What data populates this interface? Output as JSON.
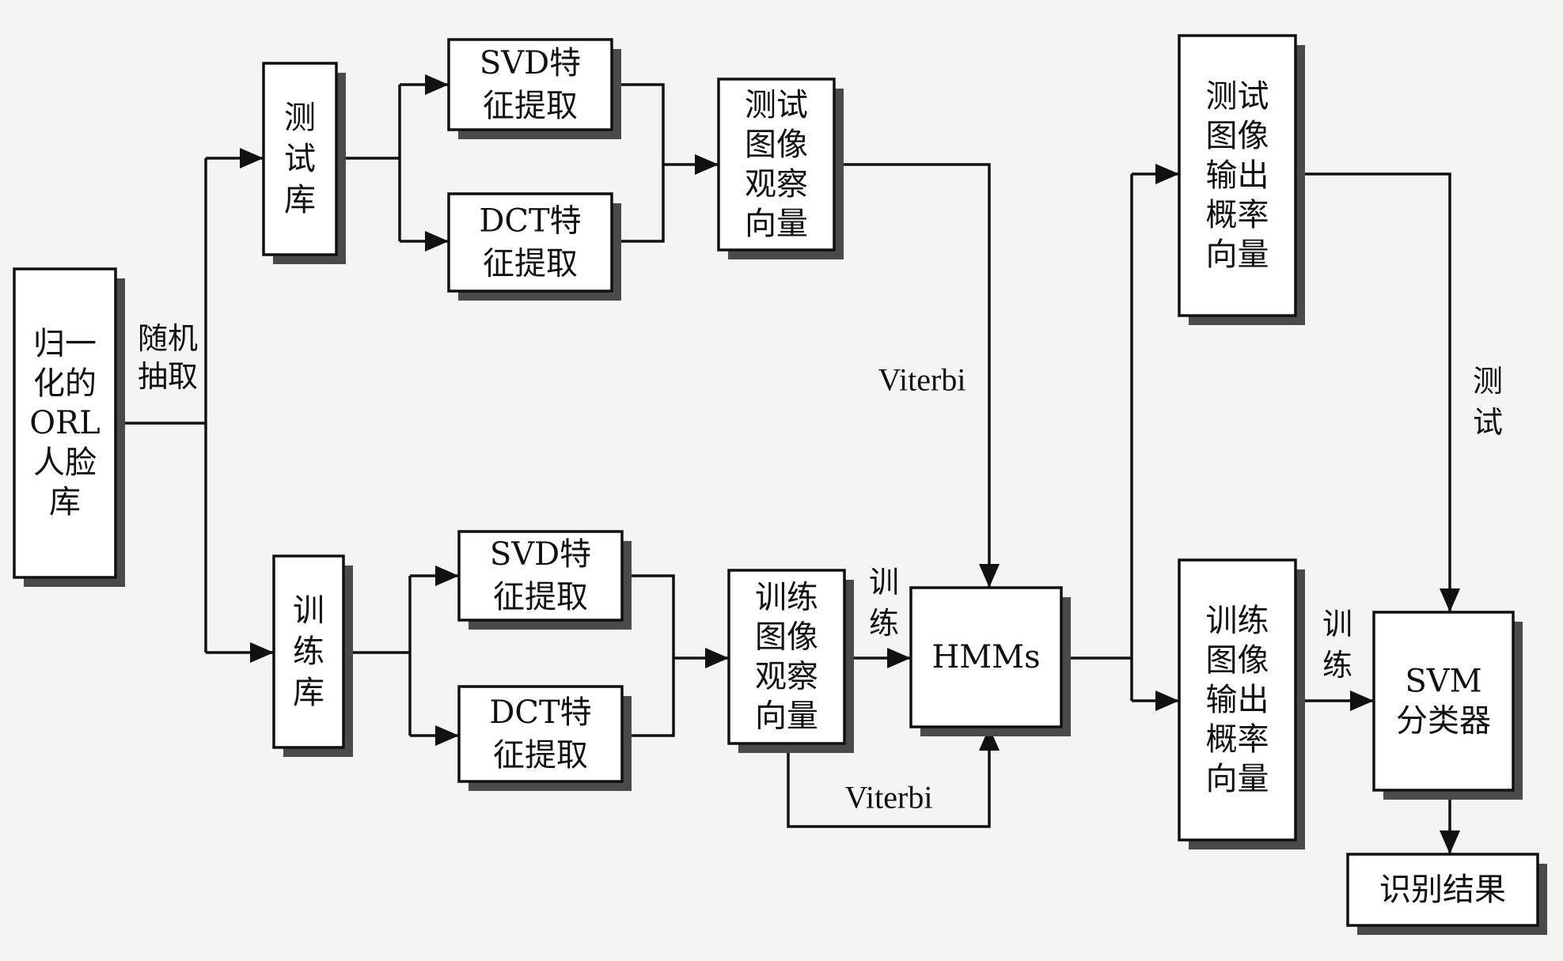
{
  "diagram": {
    "nodes": {
      "orl_db": [
        "归一",
        "化的",
        "ORL",
        "人脸",
        "库"
      ],
      "test_lib": [
        "测",
        "试",
        "库"
      ],
      "train_lib": [
        "训",
        "练",
        "库"
      ],
      "svd_test": [
        "SVD特",
        "征提取"
      ],
      "dct_test": [
        "DCT特",
        "征提取"
      ],
      "svd_train": [
        "SVD特",
        "征提取"
      ],
      "dct_train": [
        "DCT特",
        "征提取"
      ],
      "test_obs": [
        "测试",
        "图像",
        "观察",
        "向量"
      ],
      "train_obs": [
        "训练",
        "图像",
        "观察",
        "向量"
      ],
      "hmms": [
        "HMMs"
      ],
      "test_prob": [
        "测试",
        "图像",
        "输出",
        "概率",
        "向量"
      ],
      "train_prob": [
        "训练",
        "图像",
        "输出",
        "概率",
        "向量"
      ],
      "svm": [
        "SVM",
        "分类器"
      ],
      "result": [
        "识别结果"
      ]
    },
    "edge_labels": {
      "random_extract": [
        "随机",
        "抽取"
      ],
      "viterbi_top": [
        "Viterbi"
      ],
      "viterbi_bottom": [
        "Viterbi"
      ],
      "train_to_hmms": [
        "训",
        "练"
      ],
      "test_to_svm": [
        "测",
        "试"
      ],
      "train_to_svm": [
        "训",
        "练"
      ]
    }
  }
}
